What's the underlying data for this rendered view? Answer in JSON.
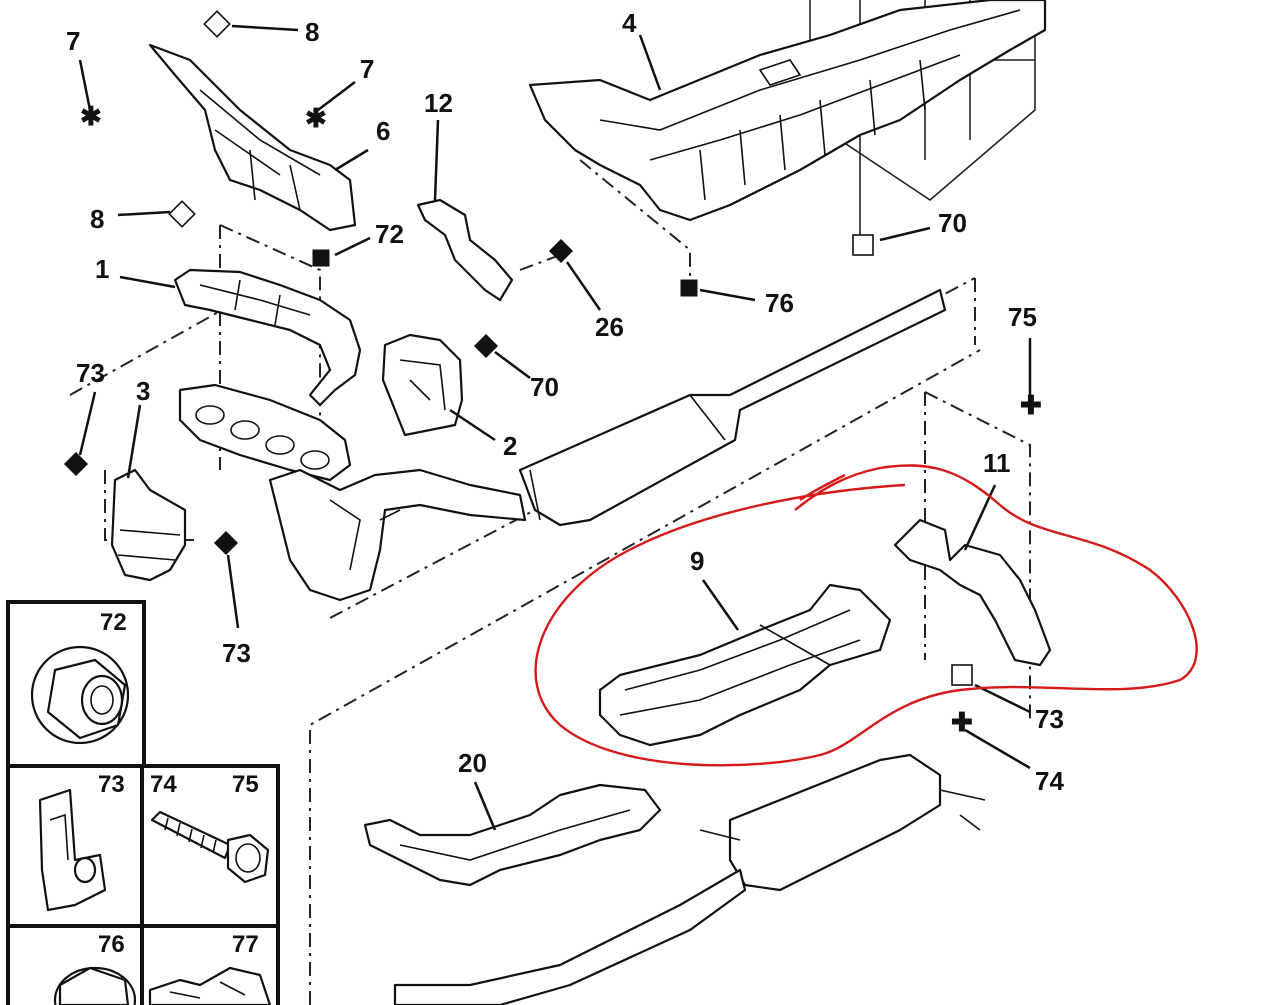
{
  "callouts": {
    "c7a": "7",
    "c8a": "8",
    "c7b": "7",
    "c6": "6",
    "c8b": "8",
    "c4": "4",
    "c12": "12",
    "c72": "72",
    "c1": "1",
    "c26": "26",
    "c76": "76",
    "c70a": "70",
    "c70b": "70",
    "c75": "75",
    "c73a": "73",
    "c3": "3",
    "c2": "2",
    "c11": "11",
    "c9": "9",
    "c73b": "73",
    "c73c": "73",
    "c74": "74",
    "c20": "20"
  },
  "legend": {
    "k72": "72",
    "k73": "73",
    "k74": "74",
    "k75": "75",
    "k76": "76",
    "k77": "77"
  },
  "annotation": {
    "highlight_color": "#d41a1a"
  }
}
